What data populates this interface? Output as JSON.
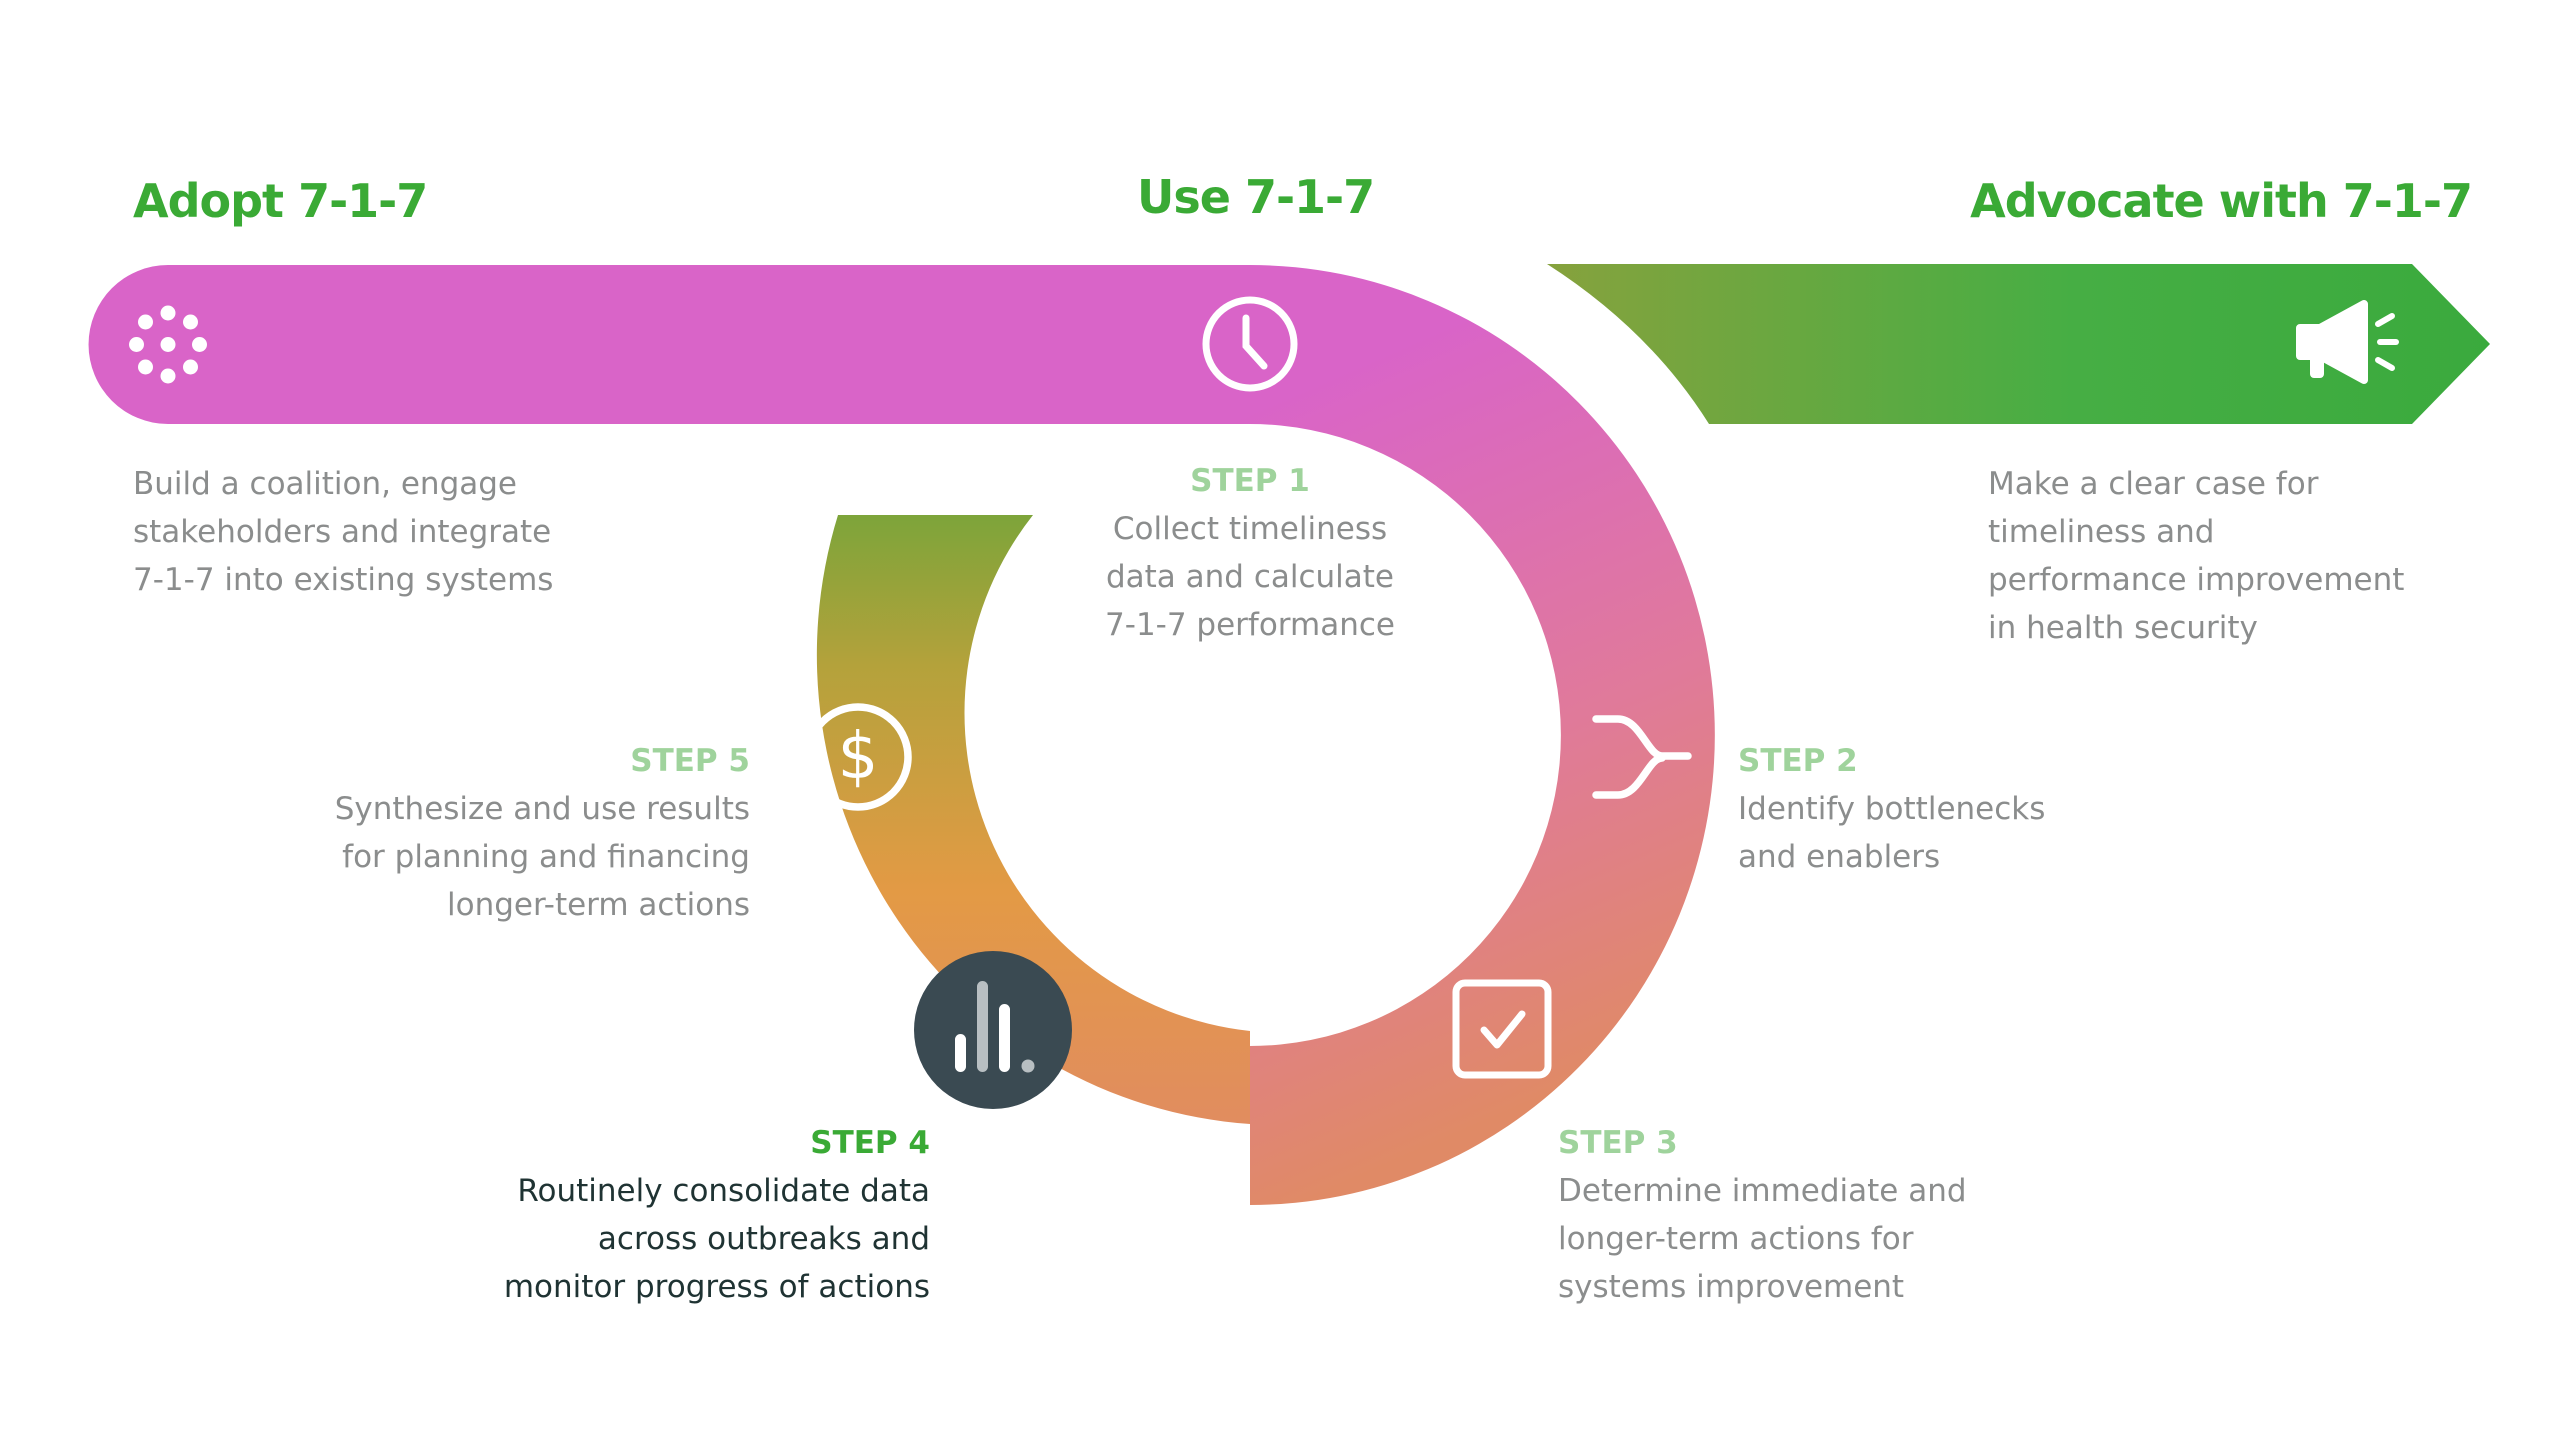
{
  "headings": {
    "adopt": "Adopt 7-1-7",
    "use": "Use 7-1-7",
    "advocate": "Advocate with 7-1-7"
  },
  "adopt": {
    "lines": [
      "Build a coalition, engage",
      "stakeholders and integrate",
      "7-1-7 into existing systems"
    ]
  },
  "advocate": {
    "lines": [
      "Make a clear case for",
      "timeliness and",
      "performance improvement",
      "in health security"
    ]
  },
  "steps": [
    {
      "label": "STEP 1",
      "lines": [
        "Collect timeliness",
        "data and calculate",
        "7-1-7 performance"
      ],
      "icon": "clock-icon"
    },
    {
      "label": "STEP 2",
      "lines": [
        "Identify bottlenecks",
        "and enablers"
      ],
      "icon": "merge-arrows-icon"
    },
    {
      "label": "STEP 3",
      "lines": [
        "Determine immediate and",
        "longer-term actions for",
        "systems improvement"
      ],
      "icon": "checkbox-icon"
    },
    {
      "label": "STEP 4",
      "lines": [
        "Routinely consolidate data",
        "across outbreaks and",
        "monitor progress of actions"
      ],
      "icon": "bar-chart-icon"
    },
    {
      "label": "STEP 5",
      "lines": [
        "Synthesize and use results",
        "for planning and financing",
        "longer-term actions"
      ],
      "icon": "dollar-icon"
    }
  ],
  "icons": {
    "adopt": "dots-circle-icon",
    "advocate": "megaphone-icon"
  },
  "colors": {
    "heading_green": "#3aaa35",
    "band_pink": "#d964c8",
    "band_salmon": "#e08070",
    "band_orange": "#e39a45",
    "band_olive": "#7da43a",
    "arrow_green": "#3eaf45",
    "step_label_light": "#9fd39c",
    "body_gray": "#8b8d8d",
    "active_text": "#1f3333",
    "active_icon_bg": "#3a4a52"
  }
}
